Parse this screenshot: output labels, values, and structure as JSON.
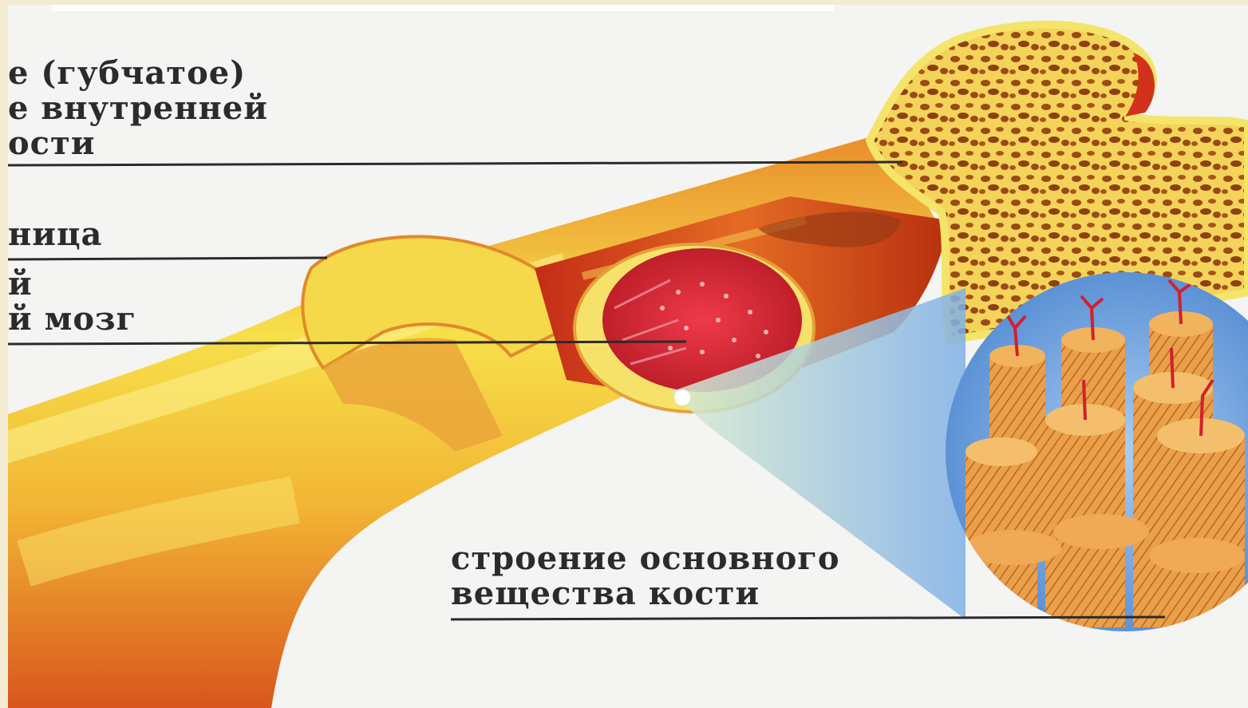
{
  "labels": {
    "spongy_line1": "е (губчатое)",
    "spongy_line2": "е внутренней",
    "spongy_line3": "ости",
    "periosteum": "ница",
    "marrow_line1": "й",
    "marrow_line2": "й мозг",
    "structure_line1": "строение основного",
    "structure_line2": "вещества кости"
  },
  "colors": {
    "bone_yellow": "#f5dc3a",
    "bone_orange": "#e8892a",
    "bone_red": "#d2401c",
    "pore_brown": "#9a4a16",
    "marrow_red": "#d5263a",
    "lens_blue": "#6fa6e3",
    "leader_line": "#2b2b2b"
  }
}
